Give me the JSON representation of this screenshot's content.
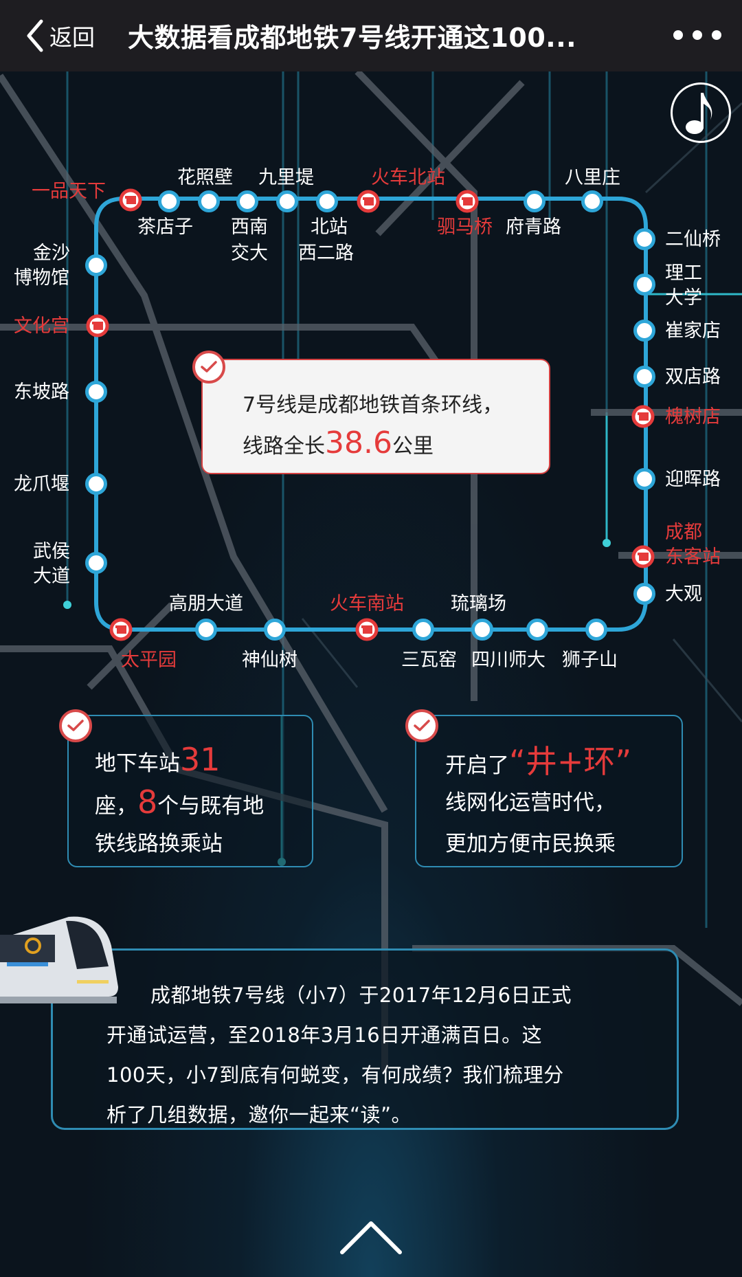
{
  "nav": {
    "back_label": "返回",
    "title": "大数据看成都地铁7号线开通这100...",
    "more_icon": "more-dots-icon"
  },
  "colors": {
    "line_blue": "#2ea6d8",
    "transfer_red": "#e53b3b",
    "background": "#0b141d",
    "card_border_dark": "#2f8cb3"
  },
  "music_icon": "music-note-icon",
  "map": {
    "line_name": "成都地铁7号线",
    "stations": [
      {
        "name": "一品天下",
        "transfer": true
      },
      {
        "name": "茶店子",
        "transfer": false
      },
      {
        "name": "花照壁",
        "transfer": false
      },
      {
        "name": "西南交大",
        "transfer": false
      },
      {
        "name": "九里堤",
        "transfer": false
      },
      {
        "name": "北站西二路",
        "transfer": false
      },
      {
        "name": "火车北站",
        "transfer": true
      },
      {
        "name": "驷马桥",
        "transfer": true
      },
      {
        "name": "府青路",
        "transfer": false
      },
      {
        "name": "八里庄",
        "transfer": false
      },
      {
        "name": "二仙桥",
        "transfer": false
      },
      {
        "name": "理工大学",
        "transfer": false
      },
      {
        "name": "崔家店",
        "transfer": false
      },
      {
        "name": "双店路",
        "transfer": false
      },
      {
        "name": "槐树店",
        "transfer": true
      },
      {
        "name": "迎晖路",
        "transfer": false
      },
      {
        "name": "成都东客站",
        "transfer": true
      },
      {
        "name": "大观",
        "transfer": false
      },
      {
        "name": "狮子山",
        "transfer": false
      },
      {
        "name": "四川师大",
        "transfer": false
      },
      {
        "name": "琉璃场",
        "transfer": false
      },
      {
        "name": "三瓦窑",
        "transfer": false
      },
      {
        "name": "火车南站",
        "transfer": true
      },
      {
        "name": "神仙树",
        "transfer": false
      },
      {
        "name": "高朋大道",
        "transfer": false
      },
      {
        "name": "太平园",
        "transfer": true
      },
      {
        "name": "武侯大道",
        "transfer": false
      },
      {
        "name": "龙爪堰",
        "transfer": false
      },
      {
        "name": "东坡路",
        "transfer": false
      },
      {
        "name": "文化宫",
        "transfer": true
      },
      {
        "name": "金沙博物馆",
        "transfer": false
      }
    ],
    "labels": {
      "yipin": "一品天下",
      "chadianzi": "茶店子",
      "huazhaobi": "花照壁",
      "xinan_1": "西南",
      "xinan_2": "交大",
      "jiulidi": "九里堤",
      "beizhan_1": "北站",
      "beizhan_2": "西二路",
      "huochebei": "火车北站",
      "simaqiao": "驷马桥",
      "fuqinglu": "府青路",
      "balizhuang": "八里庄",
      "erxianqiao": "二仙桥",
      "ligong_1": "理工",
      "ligong_2": "大学",
      "cuijiadian": "崔家店",
      "shuangdianlu": "双店路",
      "huaishudian": "槐树店",
      "yinghuilu": "迎晖路",
      "dongke_1": "成都",
      "dongke_2": "东客站",
      "daguan": "大观",
      "shizishan": "狮子山",
      "sichuanshida": "四川师大",
      "liulichang": "琉璃场",
      "sanwayao": "三瓦窑",
      "huochenan": "火车南站",
      "shenxianshu": "神仙树",
      "gaopeng": "高朋大道",
      "taipingyuan": "太平园",
      "wuhou_1": "武侯",
      "wuhou_2": "大道",
      "longzhaoyan": "龙爪堰",
      "dongpolu": "东坡路",
      "wenhuagong": "文化宫",
      "jinsha_1": "金沙",
      "jinsha_2": "博物馆"
    }
  },
  "card_main": {
    "line1": "7号线是成都地铁首条环线，",
    "line2_prefix": "线路全长",
    "line2_value": "38.6",
    "line2_suffix": "公里"
  },
  "card_left": {
    "l1_prefix": "地下车站",
    "l1_value": "31",
    "l2_prefix": "座，",
    "l2_value": "8",
    "l2_suffix": "个与既有地",
    "l3": "铁线路换乘站"
  },
  "card_right": {
    "l1_prefix": "开启了",
    "l1_value": "“井+环”",
    "l2": "线网化运营时代，",
    "l3": "更加方便市民换乘"
  },
  "intro": {
    "p1": "成都地铁7号线（小7）于2017年12月6日正式",
    "p2": "开通试运营，至2018年3月16日开通满百日。这",
    "p3": "100天，小7到底有何蜕变，有何成绩？我们梳理分",
    "p4": "析了几组数据，邀你一起来“读”。"
  },
  "scroll_up_icon": "chevron-up-icon"
}
